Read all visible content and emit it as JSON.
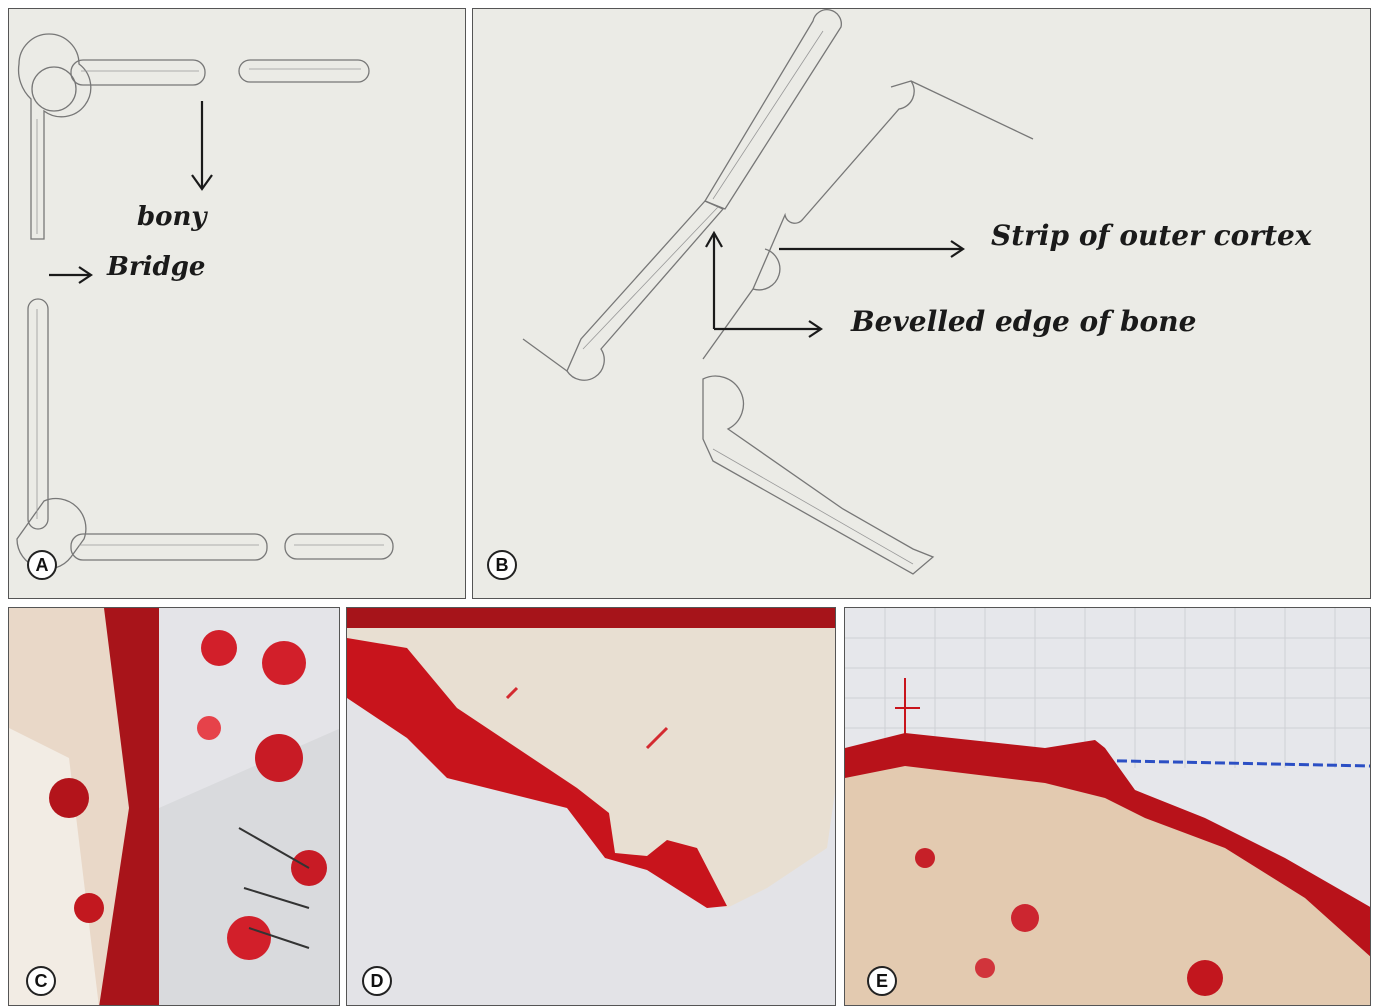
{
  "panels": {
    "A": {
      "label": "A",
      "text_bony": "bony",
      "text_bridge": "Bridge"
    },
    "B": {
      "label": "B",
      "text_strip": "Strip of outer cortex",
      "text_bevel": "Bevelled edge of bone"
    },
    "C": {
      "label": "C"
    },
    "D": {
      "label": "D"
    },
    "E": {
      "label": "E"
    }
  },
  "colors": {
    "paper": "#ebebe6",
    "pencil": "#777777",
    "ink": "#1a1a1a",
    "blood": "#c0161c",
    "bone": "#e8dccf",
    "gauze": "#e6e6ea",
    "marker_blue": "#2b4fc4"
  },
  "icons": [
    "arrow-down-icon",
    "arrow-right-icon",
    "arrow-up-icon"
  ]
}
